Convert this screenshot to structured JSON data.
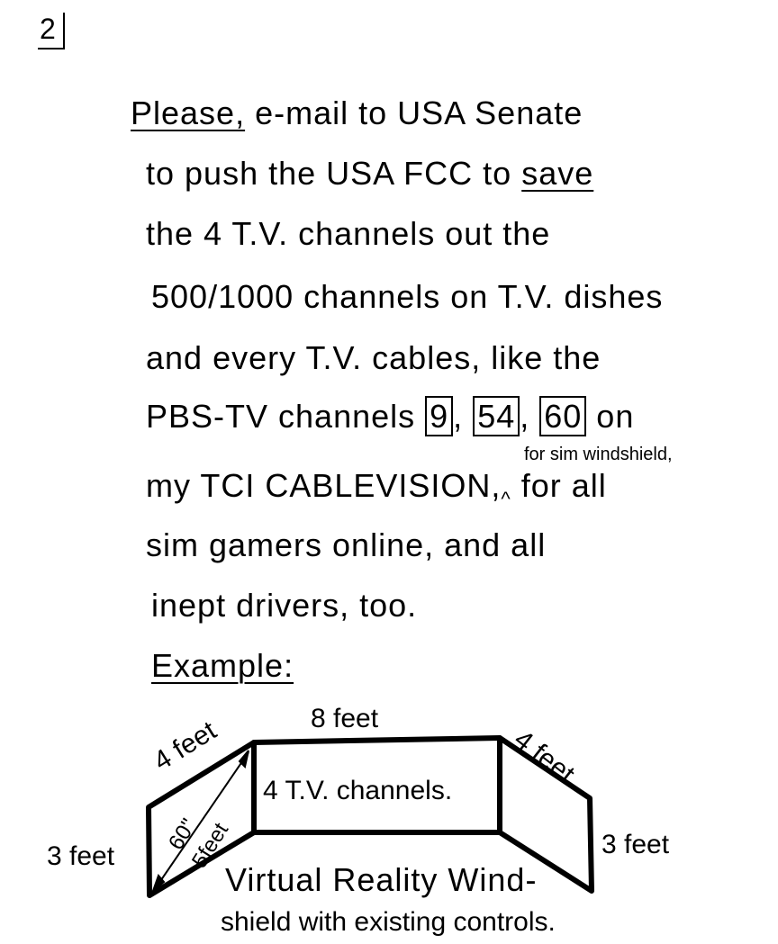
{
  "page_number": "2",
  "letter": {
    "line1_emph": "Please,",
    "line1_rest": " e-mail to USA Senate",
    "line2_pre": "to push the USA FCC to ",
    "line2_emph": "save",
    "line3": "the 4 T.V. channels out the",
    "line4": "500/1000 channels on T.V. dishes",
    "line5": "and every T.V. cables, like the",
    "line6_pre": "PBS-TV channels ",
    "channels": [
      "9",
      "54",
      "60"
    ],
    "line6_sep": ", ",
    "line6_post": " on",
    "insertion": "for sim windshield,",
    "line7_pre": "my TCI CABLEVISION,",
    "caret": "^",
    "line7_post": " for all",
    "line8": "sim gamers online, and all",
    "line9": "inept drivers, too.",
    "example_label": "Example:"
  },
  "diagram": {
    "top_label": "8 feet",
    "left_top_label": "4 feet",
    "right_top_label": "4 feet",
    "left_side_label": "3 feet",
    "right_side_label": "3 feet",
    "diagonal_inches": "60\"",
    "diagonal_feet": "5feet",
    "center_label": "4 T.V. channels.",
    "caption_line1": "Virtual Reality Wind-",
    "caption_line2": "shield with existing controls."
  }
}
